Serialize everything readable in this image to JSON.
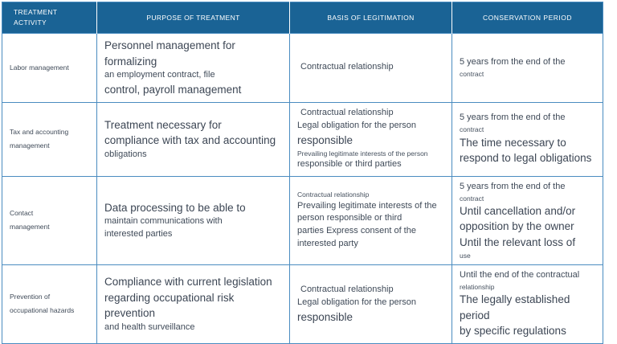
{
  "table": {
    "accent_color": "#1a6395",
    "border_color": "#4a8cc0",
    "header_text_color": "#ffffff",
    "body_text_color": "#3c4654",
    "columns": [
      {
        "id": "activity",
        "label_line1": "TREATMENT",
        "label_line2": "ACTIVITY"
      },
      {
        "id": "purpose",
        "label": "PURPOSE OF TREATMENT"
      },
      {
        "id": "basis",
        "label": "BASIS OF LEGITIMATION"
      },
      {
        "id": "conservation",
        "label": "CONSERVATION PERIOD"
      }
    ],
    "rows": [
      {
        "activity": {
          "line1": "Labor management",
          "line2": ""
        },
        "purpose": [
          {
            "text": "Personnel management for formalizing",
            "size": "lg"
          },
          {
            "text": "an employment contract, file",
            "size": "md"
          },
          {
            "text": "control, payroll management",
            "size": "lg"
          }
        ],
        "basis": [
          {
            "text": "Contractual relationship",
            "size": "md",
            "indent": true
          }
        ],
        "conservation": [
          {
            "text": "5 years from the end of the",
            "size": "md"
          },
          {
            "text": "contract",
            "size": "sm"
          }
        ]
      },
      {
        "activity": {
          "line1": "Tax and accounting",
          "line2": "management"
        },
        "purpose": [
          {
            "text": "Treatment necessary for",
            "size": "lg"
          },
          {
            "text": "compliance with tax and accounting",
            "size": "lg"
          },
          {
            "text": "obligations",
            "size": "md"
          }
        ],
        "basis": [
          {
            "text": "Contractual relationship",
            "size": "md",
            "indent": true
          },
          {
            "text": "Legal obligation for the person",
            "size": "md"
          },
          {
            "text": "responsible",
            "size": "lg"
          },
          {
            "text": "Prevailing legitimate interests of the person",
            "size": "sm"
          },
          {
            "text": "responsible or third parties",
            "size": "md"
          }
        ],
        "conservation": [
          {
            "text": "5 years from the end of the",
            "size": "md"
          },
          {
            "text": "contract",
            "size": "sm"
          },
          {
            "text": "The time necessary to",
            "size": "lg"
          },
          {
            "text": "respond to legal obligations",
            "size": "lg"
          }
        ]
      },
      {
        "activity": {
          "line1": "Contact",
          "line2": "management"
        },
        "purpose": [
          {
            "text": "Data processing to be able to",
            "size": "lg"
          },
          {
            "text": "maintain communications with",
            "size": "md"
          },
          {
            "text": "interested parties",
            "size": "md"
          }
        ],
        "basis": [
          {
            "text": "Contractual relationship",
            "size": "sm"
          },
          {
            "text": "Prevailing legitimate interests of the",
            "size": "md"
          },
          {
            "text": "person responsible or third",
            "size": "md"
          },
          {
            "text": "parties Express consent of the",
            "size": "md"
          },
          {
            "text": "interested party",
            "size": "md"
          }
        ],
        "conservation": [
          {
            "text": "5 years from the end of the",
            "size": "md"
          },
          {
            "text": "contract",
            "size": "sm"
          },
          {
            "text": "Until cancellation and/or",
            "size": "lg"
          },
          {
            "text": "opposition by the owner",
            "size": "lg"
          },
          {
            "text": "Until the relevant loss of",
            "size": "lg"
          },
          {
            "text": "use",
            "size": "sm"
          }
        ]
      },
      {
        "activity": {
          "line1": "Prevention of",
          "line2": "occupational hazards"
        },
        "purpose": [
          {
            "text": "Compliance with current legislation",
            "size": "lg"
          },
          {
            "text": "regarding occupational risk prevention",
            "size": "lg"
          },
          {
            "text": "and health surveillance",
            "size": "md"
          }
        ],
        "basis": [
          {
            "text": "Contractual relationship",
            "size": "md",
            "indent": true
          },
          {
            "text": "Legal obligation for the person",
            "size": "md"
          },
          {
            "text": "responsible",
            "size": "lg"
          }
        ],
        "conservation": [
          {
            "text": "Until the end of the contractual",
            "size": "md"
          },
          {
            "text": "relationship",
            "size": "sm"
          },
          {
            "text": "The legally established period",
            "size": "lg"
          },
          {
            "text": "by specific regulations",
            "size": "lg"
          }
        ]
      }
    ]
  }
}
